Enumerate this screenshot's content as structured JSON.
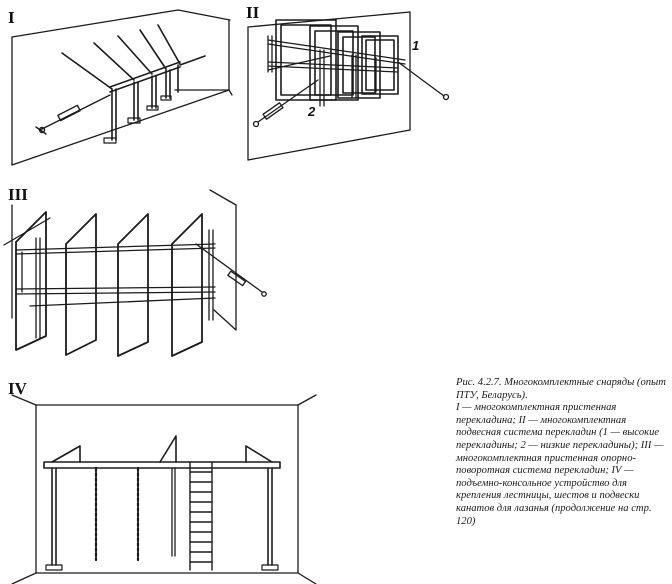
{
  "figures": [
    {
      "label": "I"
    },
    {
      "label": "II",
      "callouts": [
        "1",
        "2"
      ]
    },
    {
      "label": "III"
    },
    {
      "label": "IV"
    }
  ],
  "caption": {
    "title": "Рис. 4.2.7. Многокомплектные снаряды (опыт ПТУ, Беларусь).",
    "body": "I — многокомплектная пристенная перекладина; II — многокомплектная подвесная система перекладин (1 — высокие перекладины; 2 — низкие перекладины); III — многокомплектная пристенная опорно-поворотная система перекладин; IV — подъемно-консольное устройство для крепления лестницы, шестов и подвески канатов для лазанья (продолжение на стр. 120)"
  }
}
